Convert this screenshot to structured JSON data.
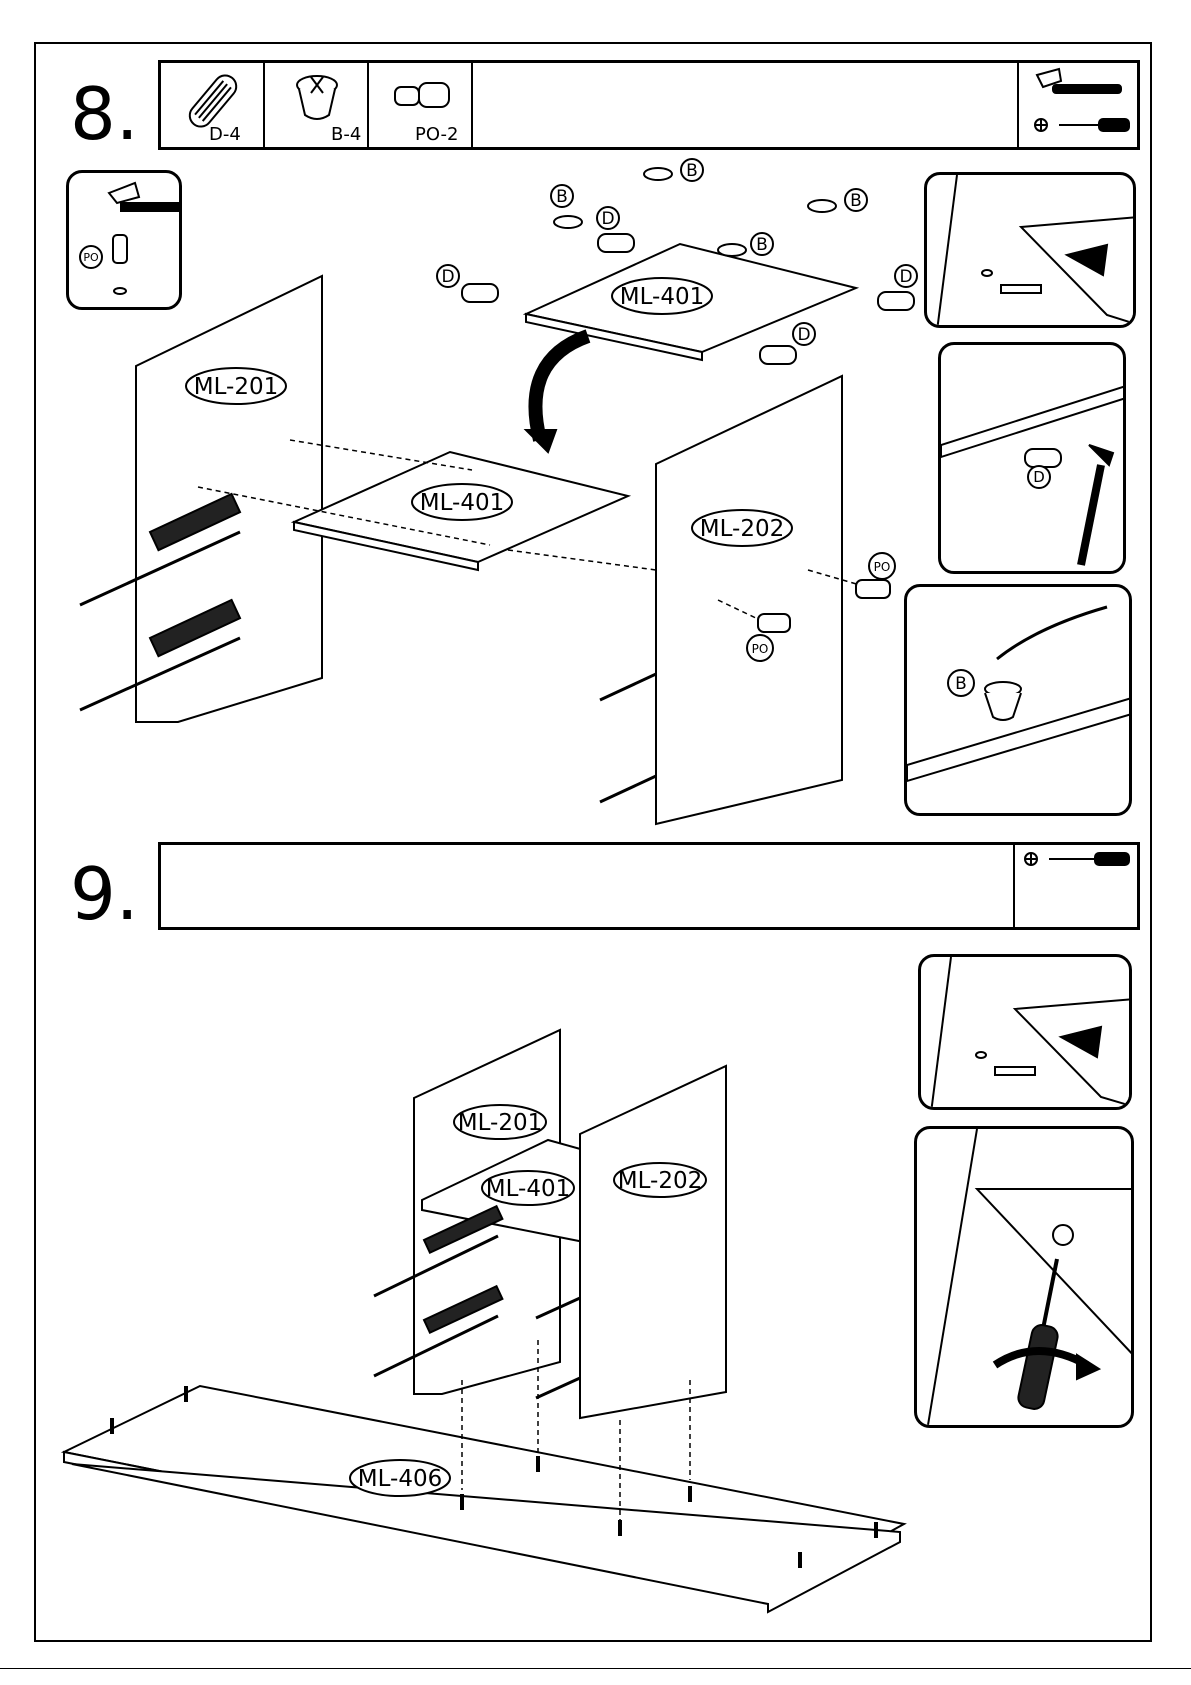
{
  "step8": {
    "number": "8.",
    "parts": [
      {
        "icon": "dowel-icon",
        "label": "D-4"
      },
      {
        "icon": "cam-lock-icon",
        "label": "B-4"
      },
      {
        "icon": "pin-icon",
        "label": "PO-2"
      }
    ],
    "tools": [
      "hammer-icon",
      "phillips-screwdriver-icon"
    ],
    "panels": {
      "top_shelf": "ML-401",
      "left_side": "ML-201",
      "middle_shelf": "ML-401",
      "right_side": "ML-202"
    },
    "callouts": {
      "dowel": "D",
      "cam": "B",
      "pin": "PO"
    }
  },
  "step9": {
    "number": "9.",
    "tools": [
      "phillips-screwdriver-icon"
    ],
    "panels": {
      "left_side": "ML-201",
      "shelf": "ML-401",
      "right_side": "ML-202",
      "base": "ML-406"
    }
  }
}
